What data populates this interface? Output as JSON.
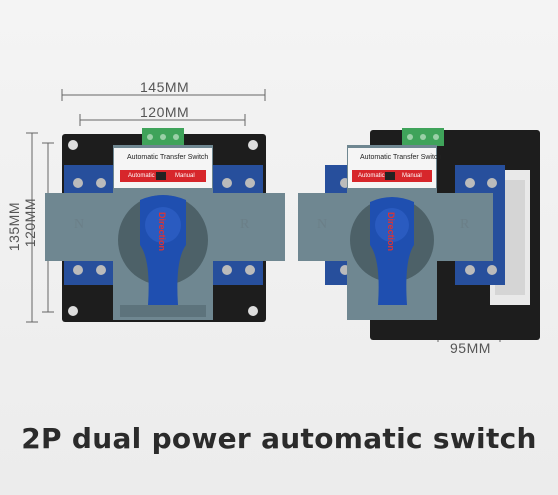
{
  "dimensions": {
    "width_outer": "145MM",
    "width_inner": "120MM",
    "height_outer": "135MM",
    "height_inner": "120MM",
    "depth": "95MM"
  },
  "front_unit": {
    "panel_title": "Automatic Transfer Switch",
    "mode_auto": "Automatic",
    "mode_manual": "Manual",
    "left_letter": "N",
    "right_letter": "R",
    "knob_text": "Direction"
  },
  "side_unit": {
    "panel_title": "Automatic Transfer Switch",
    "mode_auto": "Automatic",
    "mode_manual": "Manual",
    "left_letter": "N",
    "right_letter": "R",
    "knob_text": "Direction"
  },
  "caption": "2P dual power automatic switch",
  "colors": {
    "body_grey": "#6f8791",
    "dark_grey": "#4d6168",
    "blue": "#1f4fb0",
    "terminal_blue": "#274f9c",
    "green_terminal": "#3fa35a",
    "red_label": "#d7262b",
    "rail": "#1d1d1d"
  }
}
